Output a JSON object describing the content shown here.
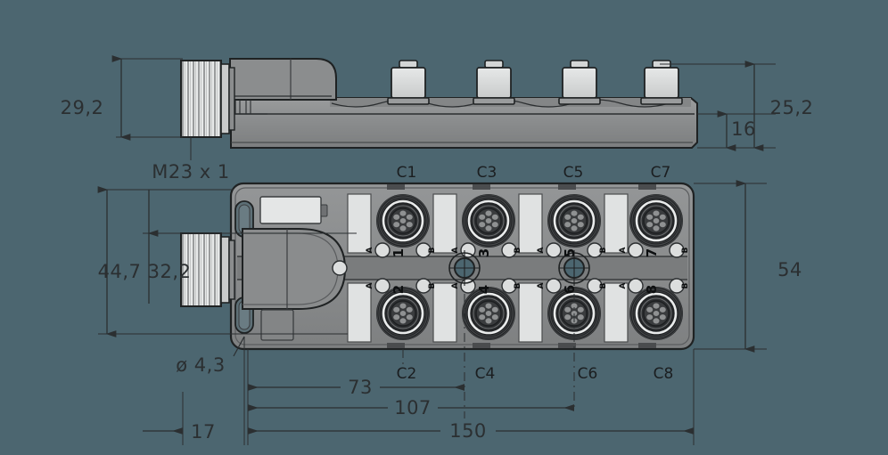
{
  "drawing": {
    "background_color": "#4c6670",
    "line_color": "#2b2f31",
    "title": "M23 x 1 eight-port junction box dimensioned drawing"
  },
  "labels": {
    "thread": "M23 x 1",
    "hole": "ø 4,3"
  },
  "dimensions": {
    "height_total_side": "29,2",
    "height_body_right": "25,2",
    "height_base_right": "16",
    "height_total_front": "44,7",
    "height_conn_front": "32,2",
    "height_body_front": "54",
    "offset_left": "17",
    "pitch_first": "73",
    "pitch_second": "107",
    "length_total": "150"
  },
  "ports": {
    "top_labels": [
      "C1",
      "C3",
      "C5",
      "C7"
    ],
    "bottom_labels": [
      "C2",
      "C4",
      "C6",
      "C8"
    ],
    "top_numbers": [
      "1",
      "3",
      "5",
      "7"
    ],
    "bottom_numbers": [
      "2",
      "4",
      "6",
      "8"
    ],
    "led_a": "A",
    "led_b": "B"
  },
  "colors": {
    "body_gray": "#8d8f90",
    "body_dark": "#6f7173",
    "connector_dark": "#2a2c2e",
    "label_white": "#e2e4e4",
    "led": "#dcdede",
    "hole_teal": "#4c6670"
  }
}
